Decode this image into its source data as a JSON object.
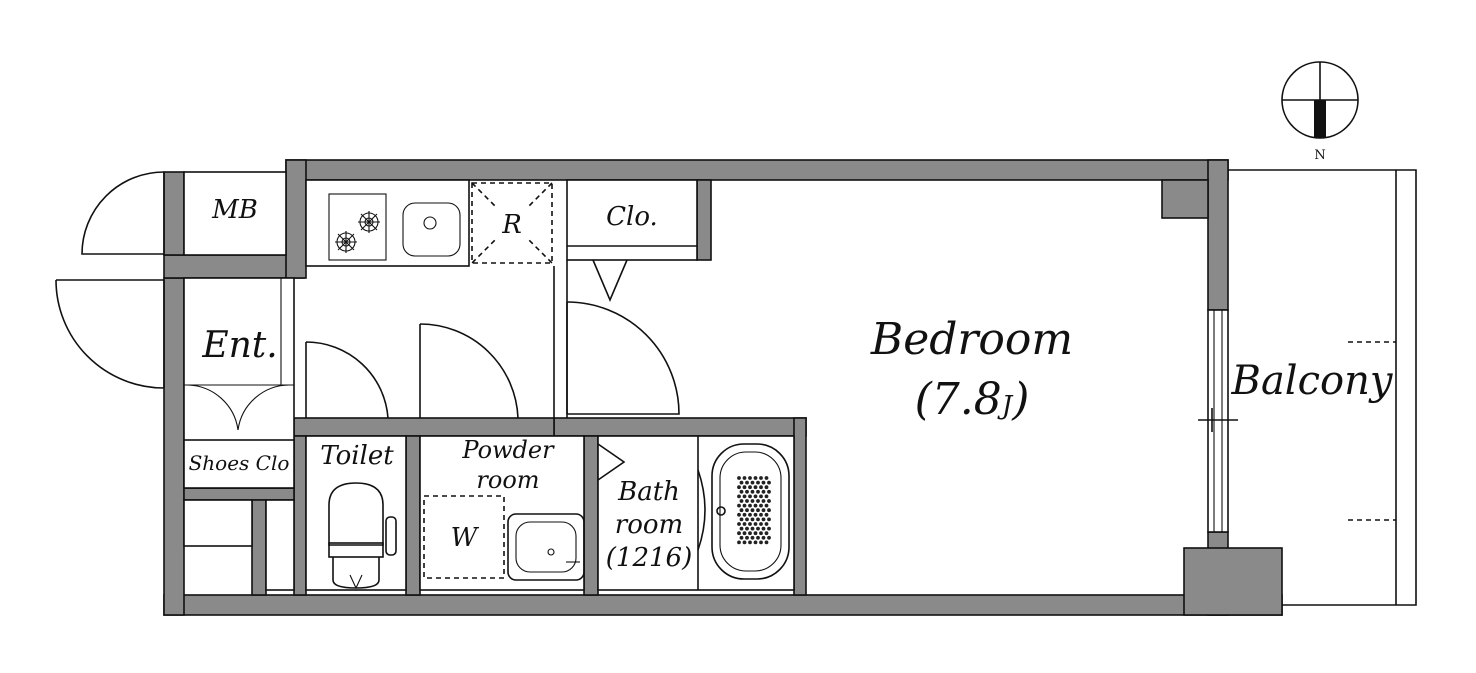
{
  "compass": {
    "north_label": "N"
  },
  "rooms": {
    "mb": "MB",
    "entrance": "Ent.",
    "shoes_closet": "Shoes Clo",
    "refrigerator": "R",
    "closet": "Clo.",
    "toilet": "Toilet",
    "powder_room_line1": "Powder",
    "powder_room_line2": "room",
    "washer": "W",
    "bath_line1": "Bath",
    "bath_line2": "room",
    "bath_size": "(1216)",
    "bedroom": "Bedroom",
    "bedroom_size": "(7.8",
    "bedroom_unit": "J",
    "bedroom_close": ")",
    "balcony": "Balcony"
  },
  "colors": {
    "wall": "#8a8a8a",
    "line": "#111111",
    "background": "#ffffff"
  }
}
